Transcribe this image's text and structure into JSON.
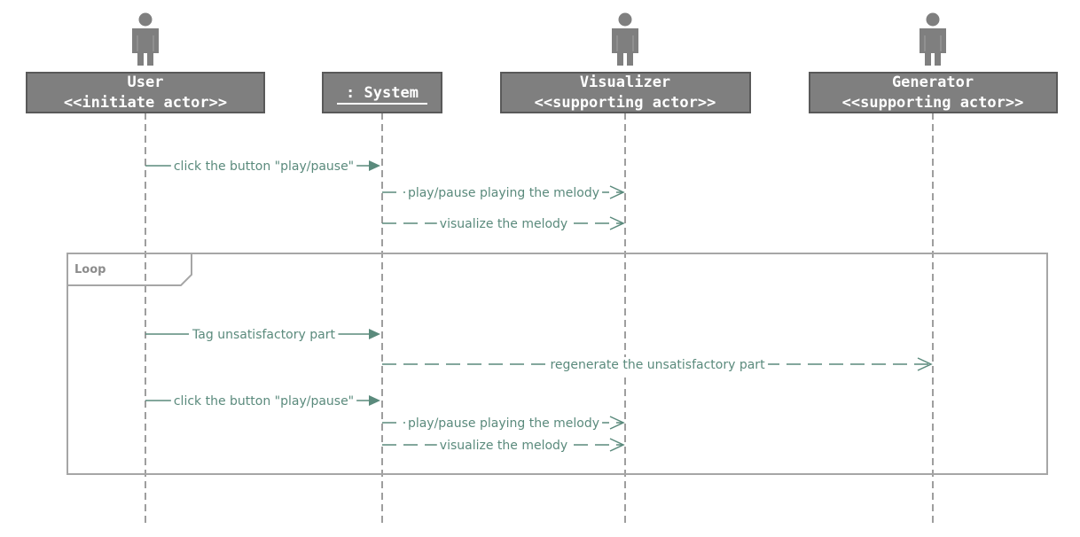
{
  "colors": {
    "actor_fill": "#7f7f7f",
    "actor_border": "#595959",
    "lifeline": "#7f7f7f",
    "message": "#5a8a7c",
    "frame": "#a6a6a6"
  },
  "participants": [
    {
      "id": "user",
      "kind": "actor",
      "icon": "person-icon",
      "line1": "User",
      "line2": "<<initiate actor>>"
    },
    {
      "id": "system",
      "kind": "object",
      "line1": ": System",
      "line2": ""
    },
    {
      "id": "visualizer",
      "kind": "actor",
      "icon": "person-icon",
      "line1": "Visualizer",
      "line2": "<<supporting actor>>"
    },
    {
      "id": "generator",
      "kind": "actor",
      "icon": "person-icon",
      "line1": "Generator",
      "line2": "<<supporting actor>>"
    }
  ],
  "frame": {
    "label": "Loop"
  },
  "messages": [
    {
      "from": "user",
      "to": "system",
      "style": "sync",
      "label": "click the button \"play/pause\""
    },
    {
      "from": "system",
      "to": "visualizer",
      "style": "async",
      "label": "play/pause playing the melody"
    },
    {
      "from": "system",
      "to": "visualizer",
      "style": "async",
      "label": "visualize the melody"
    },
    {
      "from": "user",
      "to": "system",
      "style": "sync",
      "label": "Tag unsatisfactory part"
    },
    {
      "from": "system",
      "to": "generator",
      "style": "async",
      "label": "regenerate the unsatisfactory part"
    },
    {
      "from": "user",
      "to": "system",
      "style": "sync",
      "label": "click the button \"play/pause\""
    },
    {
      "from": "system",
      "to": "visualizer",
      "style": "async",
      "label": "play/pause playing the melody"
    },
    {
      "from": "system",
      "to": "visualizer",
      "style": "async",
      "label": "visualize the melody"
    }
  ]
}
